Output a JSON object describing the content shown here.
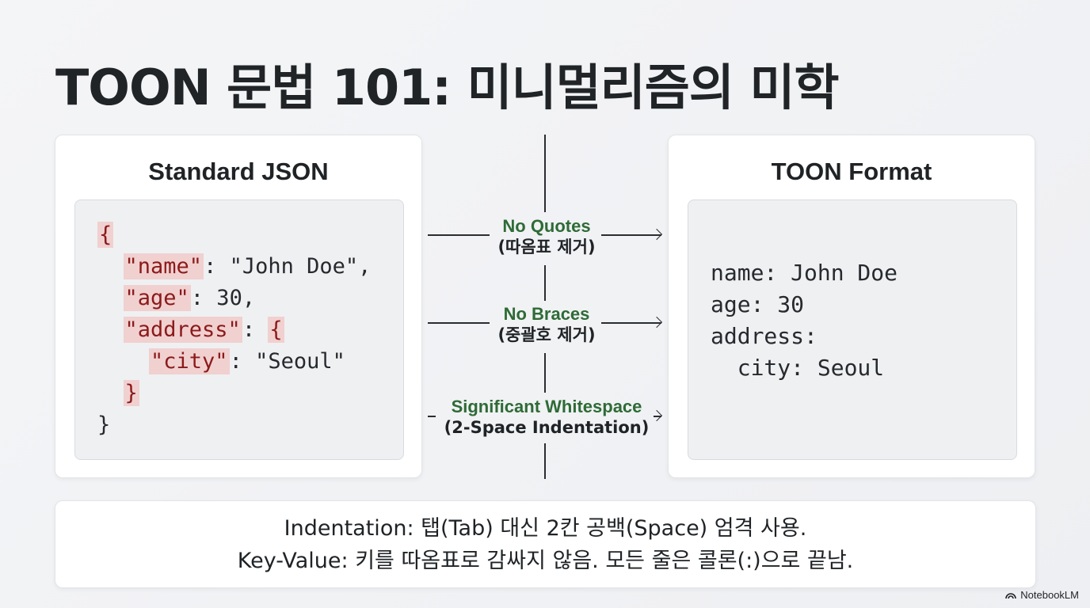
{
  "title": "TOON 문법 101: 미니멀리즘의 미학",
  "left_panel": {
    "heading": "Standard JSON",
    "code": {
      "line1": "{",
      "key_name": "\"name\"",
      "val_name": ": \"John Doe\",",
      "key_age": "\"age\"",
      "val_age": ": 30,",
      "key_address": "\"address\"",
      "sep_address": ": ",
      "brace_open": "{",
      "key_city": "\"city\"",
      "val_city": ": \"Seoul\"",
      "brace_close": "}",
      "line_last": "}"
    }
  },
  "right_panel": {
    "heading": "TOON Format",
    "lines": [
      "name: John Doe",
      "age: 30",
      "address:",
      "  city: Seoul"
    ]
  },
  "transforms": [
    {
      "label": "No Quotes",
      "sub": "(따옴표 제거)"
    },
    {
      "label": "No Braces",
      "sub": "(중괄호 제거)"
    },
    {
      "label": "Significant Whitespace",
      "sub": "(2-Space Indentation)"
    }
  ],
  "footer": {
    "line1": "Indentation: 탭(Tab) 대신 2칸 공백(Space) 엄격 사용.",
    "line2": "Key-Value: 키를 따옴표로 감싸지 않음. 모든 줄은 콜론(:)으로 끝남."
  },
  "brand": "NotebookLM",
  "colors": {
    "highlight_bg": "#f1d0d0",
    "highlight_text": "#8b1a1a",
    "label_green": "#2e6b36"
  }
}
